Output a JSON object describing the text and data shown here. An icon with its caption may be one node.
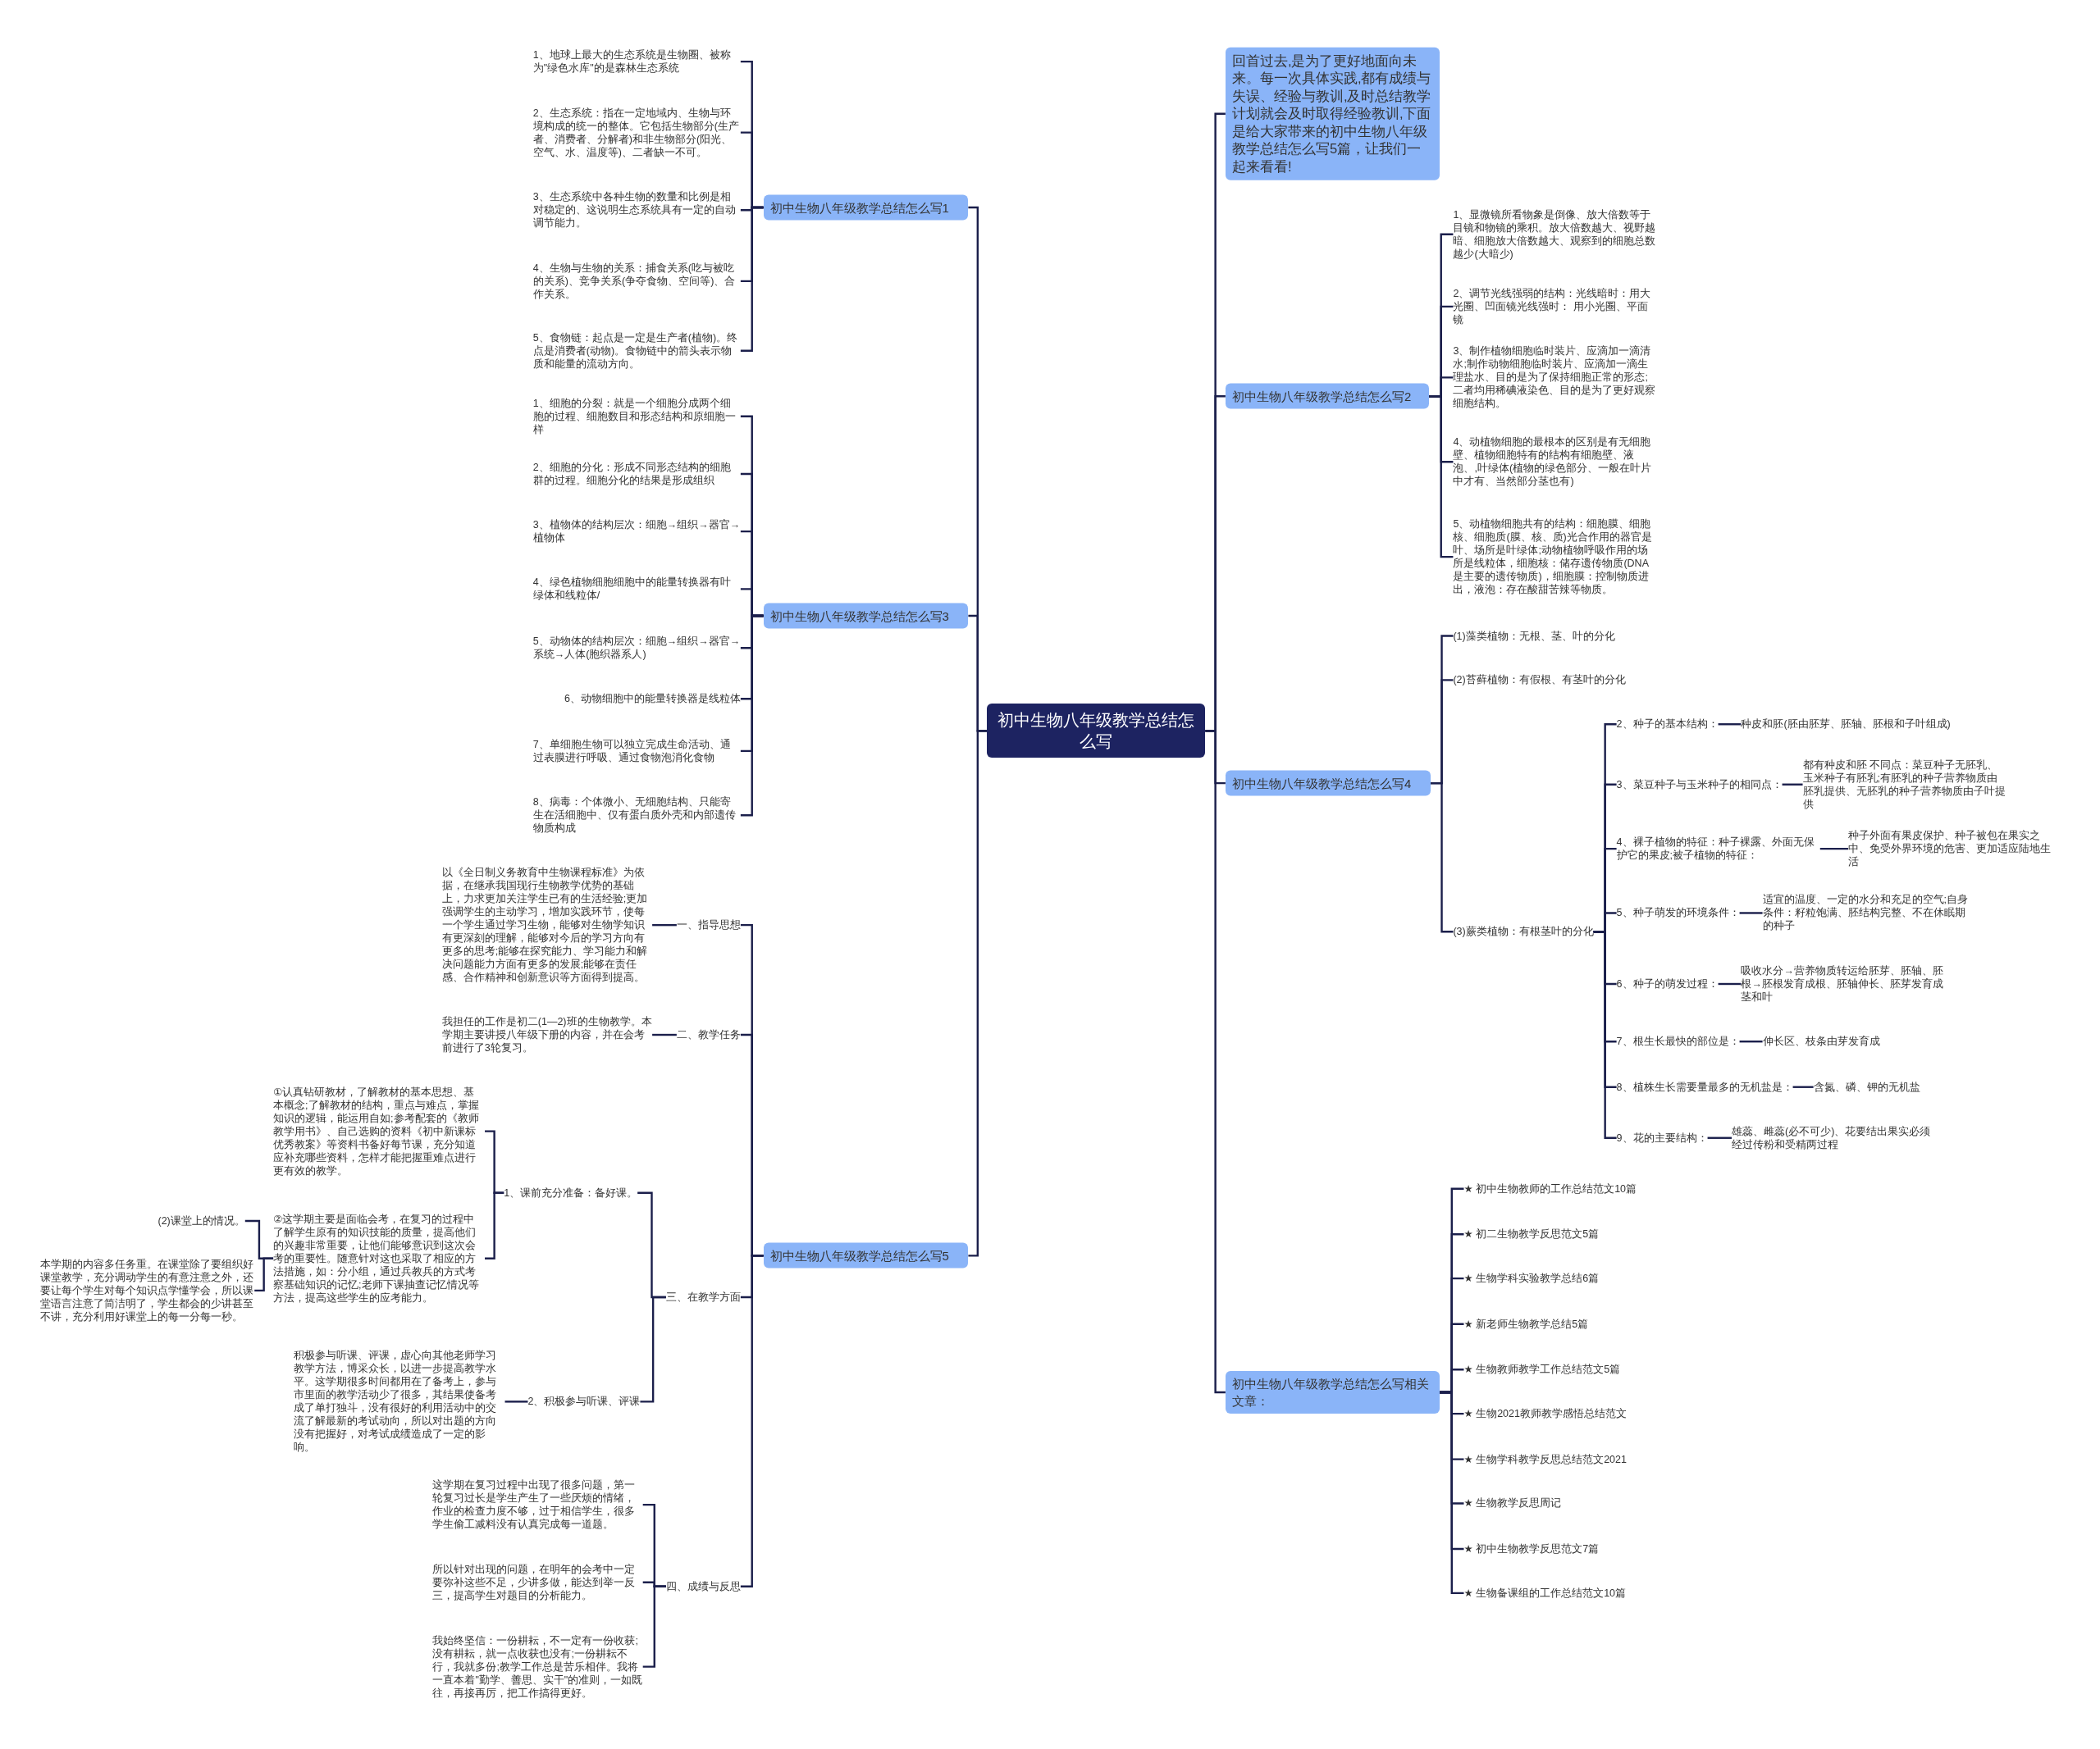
{
  "diagram": {
    "nodes": [
      {
        "text": [
          "初中生物八年级教学总结怎么写"
        ]
      },
      {
        "text": [
          "回首过去,是为了更好地面向未来。每一次具体实践,都有成绩与失误、经验与教训,及时总结教学计划就会及时取得经验教训,下面是给大家带来的初中生物八年级教学总结怎么写5篇，让我们一起来看看!"
        ]
      },
      {
        "text": [
          "初中生物八年级教学总结怎么写2"
        ]
      },
      {
        "text": [
          "1、显微镜所看物象是倒像、放大倍数等于目镜和物镜的乘积。放大倍数越大、视野越暗、细胞放大倍数越大、观察到的细胞总数越少(大暗少)"
        ]
      },
      {
        "text": [
          "2、调节光线强弱的结构：光线暗时：用大光圈、凹面镜光线强时： 用小光圈、平面镜"
        ]
      },
      {
        "text": [
          "3、制作植物细胞临时装片、应滴加一滴清水;制作动物细胞临时装片、应滴加一滴生理盐水、目的是为了保持细胞正常的形态;二者均用稀碘液染色、目的是为了更好观察细胞结构。"
        ]
      },
      {
        "text": [
          "4、动植物细胞的最根本的区别是有无细胞壁、植物细胞特有的结构有细胞壁、液泡、,叶绿体(植物的绿色部分、一般在叶片中才有、当然部分茎也有)"
        ]
      },
      {
        "text": [
          "5、动植物细胞共有的结构：细胞膜、细胞核、细胞质(膜、核、质)光合作用的器官是叶、场所是叶绿体;动物植物呼吸作用的场所是线粒体，细胞核：储存遗传物质(DNA是主要的遗传物质)，细胞膜：控制物质进出，液泡：存在酸甜苦辣等物质。"
        ]
      },
      {
        "text": [
          "初中生物八年级教学总结怎么写4"
        ]
      },
      {
        "text": [
          "(1)藻类植物：无根、茎、叶的分化"
        ]
      },
      {
        "text": [
          "(2)苔藓植物：有假根、有茎叶的分化"
        ]
      },
      {
        "text": [
          "(3)蕨类植物：有根茎叶的分化"
        ]
      },
      {
        "text": [
          "2、种子的基本结构："
        ]
      },
      {
        "text": [
          "种皮和胚(胚由胚芽、胚轴、胚根和子叶组成)"
        ]
      },
      {
        "text": [
          "3、菜豆种子与玉米种子的相同点："
        ]
      },
      {
        "text": [
          "都有种皮和胚 不同点：菜豆种子无胚乳、玉米种子有胚乳;有胚乳的种子营养物质由胚乳提供、无胚乳的种子营养物质由子叶提供"
        ]
      },
      {
        "text": [
          "4、裸子植物的特征：种子裸露、外面无保护它的果皮;被子植物的特征："
        ]
      },
      {
        "text": [
          "种子外面有果皮保护、种子被包在果实之中、免受外界环境的危害、更加适应陆地生活"
        ]
      },
      {
        "text": [
          "5、种子萌发的环境条件："
        ]
      },
      {
        "text": [
          "适宜的温度、一定的水分和充足的空气;自身条件：籽粒饱满、胚结构完整、不在休眠期的种子"
        ]
      },
      {
        "text": [
          "6、种子的萌发过程："
        ]
      },
      {
        "text": [
          "吸收水分→营养物质转运给胚芽、胚轴、胚根→胚根发育成根、胚轴伸长、胚芽发育成茎和叶"
        ]
      },
      {
        "text": [
          "7、根生长最快的部位是："
        ]
      },
      {
        "text": [
          "伸长区、枝条由芽发育成"
        ]
      },
      {
        "text": [
          "8、植株生长需要量最多的无机盐是："
        ]
      },
      {
        "text": [
          "含氮、磷、钾的无机盐"
        ]
      },
      {
        "text": [
          "9、花的主要结构："
        ]
      },
      {
        "text": [
          "雄蕊、雌蕊(必不可少)、花要结出果实必须经过传粉和受精两过程"
        ]
      },
      {
        "text": [
          "初中生物八年级教学总结怎么写相关文章："
        ]
      },
      {
        "text": [
          "★ 初中生物教师的工作总结范文10篇"
        ]
      },
      {
        "text": [
          "★ 初二生物教学反思范文5篇"
        ]
      },
      {
        "text": [
          "★ 生物学科实验教学总结6篇"
        ]
      },
      {
        "text": [
          "★ 新老师生物教学总结5篇"
        ]
      },
      {
        "text": [
          "★ 生物教师教学工作总结范文5篇"
        ]
      },
      {
        "text": [
          "★ 生物2021教师教学感悟总结范文"
        ]
      },
      {
        "text": [
          "★ 生物学科教学反思总结范文2021"
        ]
      },
      {
        "text": [
          "★ 生物教学反思周记"
        ]
      },
      {
        "text": [
          "★ 初中生物教学反思范文7篇"
        ]
      },
      {
        "text": [
          "★ 生物备课组的工作总结范文10篇"
        ]
      },
      {
        "text": [
          "初中生物八年级教学总结怎么写1"
        ]
      },
      {
        "text": [
          "1、地球上最大的生态系统是生物圈、被称为\"绿色水库\"的是森林生态系统"
        ]
      },
      {
        "text": [
          "2、生态系统：指在一定地域内、生物与环境构成的统一的整体。它包括生物部分(生产者、消费者、分解者)和非生物部分(阳光、空气、水、温度等)、二者缺一不可。"
        ]
      },
      {
        "text": [
          "3、生态系统中各种生物的数量和比例是相对稳定的、这说明生态系统具有一定的自动调节能力。"
        ]
      },
      {
        "text": [
          "4、生物与生物的关系：捕食关系(吃与被吃的关系)、竞争关系(争夺食物、空间等)、合作关系。"
        ]
      },
      {
        "text": [
          "5、食物链：起点是一定是生产者(植物)。终点是消费者(动物)。食物链中的箭头表示物质和能量的流动方向。"
        ]
      },
      {
        "text": [
          "初中生物八年级教学总结怎么写3"
        ]
      },
      {
        "text": [
          "1、细胞的分裂：就是一个细胞分成两个细胞的过程、细胞数目和形态结构和原细胞一样"
        ]
      },
      {
        "text": [
          "2、细胞的分化：形成不同形态结构的细胞群的过程。细胞分化的结果是形成组织"
        ]
      },
      {
        "text": [
          "3、植物体的结构层次：细胞→组织→器官→植物体"
        ]
      },
      {
        "text": [
          "4、绿色植物细胞细胞中的能量转换器有叶绿体和线粒体/"
        ]
      },
      {
        "text": [
          "5、动物体的结构层次：细胞→组织→器官→系统→人体(胞织器系人)"
        ]
      },
      {
        "text": [
          "6、动物细胞中的能量转换器是线粒体"
        ]
      },
      {
        "text": [
          "7、单细胞生物可以独立完成生命活动、通过表膜进行呼吸、通过食物泡消化食物"
        ]
      },
      {
        "text": [
          "8、病毒：个体微小、无细胞结构、只能寄生在活细胞中、仅有蛋白质外壳和内部遗传物质构成"
        ]
      },
      {
        "text": [
          "初中生物八年级教学总结怎么写5"
        ]
      },
      {
        "text": [
          "一、指导思想"
        ]
      },
      {
        "text": [
          "以《全日制义务教育中生物课程标准》为依据，在继承我国现行生物教学优势的基础上，力求更加关注学生已有的生活经验;更加强调学生的主动学习，增加实践环节，使每一个学生通过学习生物，能够对生物学知识有更深刻的理解，能够对今后的学习方向有更多的思考;能够在探究能力、学习能力和解决问题能力方面有更多的发展;能够在责任感、合作精神和创新意识等方面得到提高。"
        ]
      },
      {
        "text": [
          "二、教学任务"
        ]
      },
      {
        "text": [
          "我担任的工作是初二(1—2)班的生物教学。本学期主要讲授八年级下册的内容，并在会考前进行了3轮复习。"
        ]
      },
      {
        "text": [
          "三、在教学方面"
        ]
      },
      {
        "text": [
          "1、课前充分准备：备好课。"
        ]
      },
      {
        "text": [
          "①认真钻研教材，了解教材的基本思想、基本概念;了解教材的结构，重点与难点，掌握知识的逻辑，能运用自如;参考配套的《教师教学用书》、自己选购的资料《初中新课标优秀教案》等资料书备好每节课，充分知道应补充哪些资料，怎样才能把握重难点进行更有效的教学。"
        ]
      },
      {
        "text": [
          "②这学期主要是面临会考，在复习的过程中了解学生原有的知识技能的质量，提高他们的兴趣非常重要，让他们能够意识到这次会考的重要性。随意针对这也采取了相应的方法措施，如：分小组，通过兵教兵的方式考察基础知识的记忆;老师下课抽查记忆情况等方法，提高这些学生的应考能力。"
        ]
      },
      {
        "text": [
          "(2)课堂上的情况。"
        ]
      },
      {
        "text": [
          "本学期的内容多任务重。在课堂除了要组织好课堂教学，充分调动学生的有意注意之外，还要让每个学生对每个知识点学懂学会，所以课堂语言注意了简洁明了，学生都会的少讲甚至不讲，充分利用好课堂上的每一分每一秒。"
        ]
      },
      {
        "text": [
          "2、积极参与听课、评课"
        ]
      },
      {
        "text": [
          "积极参与听课、评课，虚心向其他老师学习教学方法，博采众长，以进一步提高教学水平。这学期很多时间都用在了备考上，参与市里面的教学活动少了很多，其结果使备考成了单打独斗，没有很好的利用活动中的交流了解最新的考试动向，所以对出题的方向没有把握好，对考试成绩造成了一定的影响。"
        ]
      },
      {
        "text": [
          "四、成绩与反思"
        ]
      },
      {
        "text": [
          "这学期在复习过程中出现了很多问题，第一轮复习过长是学生产生了一些厌烦的情绪，作业的检查力度不够，过于相信学生，很多学生偷工减料没有认真完成每一道题。"
        ]
      },
      {
        "text": [
          "所以针对出现的问题，在明年的会考中一定要弥补这些不足，少讲多做，能达到举一反三，提高学生对题目的分析能力。"
        ]
      },
      {
        "text": [
          "我始终坚信：一份耕耘，不一定有一份收获;没有耕耘，就一点收获也没有;一份耕耘不行，我就多份;教学工作总是苦乐相伴。我将一直本着\"勤学、善思、实干\"的准则，一如既往，再接再厉，把工作搞得更好。"
        ]
      }
    ],
    "edges": [
      {
        "from": 0,
        "to": 1,
        "arrow": "none"
      },
      {
        "from": 0,
        "to": 2,
        "arrow": "none"
      },
      {
        "from": 2,
        "to": 3,
        "arrow": "none"
      },
      {
        "from": 2,
        "to": 4,
        "arrow": "none"
      },
      {
        "from": 2,
        "to": 5,
        "arrow": "none"
      },
      {
        "from": 2,
        "to": 6,
        "arrow": "none"
      },
      {
        "from": 2,
        "to": 7,
        "arrow": "none"
      },
      {
        "from": 0,
        "to": 8,
        "arrow": "none"
      },
      {
        "from": 8,
        "to": 9,
        "arrow": "none"
      },
      {
        "from": 8,
        "to": 10,
        "arrow": "none"
      },
      {
        "from": 8,
        "to": 11,
        "arrow": "none"
      },
      {
        "from": 11,
        "to": 12,
        "arrow": "none"
      },
      {
        "from": 12,
        "to": 13,
        "arrow": "none"
      },
      {
        "from": 11,
        "to": 14,
        "arrow": "none"
      },
      {
        "from": 14,
        "to": 15,
        "arrow": "none"
      },
      {
        "from": 11,
        "to": 16,
        "arrow": "none"
      },
      {
        "from": 16,
        "to": 17,
        "arrow": "none"
      },
      {
        "from": 11,
        "to": 18,
        "arrow": "none"
      },
      {
        "from": 18,
        "to": 19,
        "arrow": "none"
      },
      {
        "from": 11,
        "to": 20,
        "arrow": "none"
      },
      {
        "from": 20,
        "to": 21,
        "arrow": "none"
      },
      {
        "from": 11,
        "to": 22,
        "arrow": "none"
      },
      {
        "from": 22,
        "to": 23,
        "arrow": "none"
      },
      {
        "from": 11,
        "to": 24,
        "arrow": "none"
      },
      {
        "from": 24,
        "to": 25,
        "arrow": "none"
      },
      {
        "from": 11,
        "to": 26,
        "arrow": "none"
      },
      {
        "from": 26,
        "to": 27,
        "arrow": "none"
      },
      {
        "from": 0,
        "to": 28,
        "arrow": "none"
      },
      {
        "from": 28,
        "to": 29,
        "arrow": "none"
      },
      {
        "from": 28,
        "to": 30,
        "arrow": "none"
      },
      {
        "from": 28,
        "to": 31,
        "arrow": "none"
      },
      {
        "from": 28,
        "to": 32,
        "arrow": "none"
      },
      {
        "from": 28,
        "to": 33,
        "arrow": "none"
      },
      {
        "from": 28,
        "to": 34,
        "arrow": "none"
      },
      {
        "from": 28,
        "to": 35,
        "arrow": "none"
      },
      {
        "from": 28,
        "to": 36,
        "arrow": "none"
      },
      {
        "from": 28,
        "to": 37,
        "arrow": "none"
      },
      {
        "from": 28,
        "to": 38,
        "arrow": "none"
      },
      {
        "from": 0,
        "to": 39,
        "arrow": "none"
      },
      {
        "from": 39,
        "to": 40,
        "arrow": "none"
      },
      {
        "from": 39,
        "to": 41,
        "arrow": "none"
      },
      {
        "from": 39,
        "to": 42,
        "arrow": "none"
      },
      {
        "from": 39,
        "to": 43,
        "arrow": "none"
      },
      {
        "from": 39,
        "to": 44,
        "arrow": "none"
      },
      {
        "from": 0,
        "to": 45,
        "arrow": "none"
      },
      {
        "from": 45,
        "to": 46,
        "arrow": "none"
      },
      {
        "from": 45,
        "to": 47,
        "arrow": "none"
      },
      {
        "from": 45,
        "to": 48,
        "arrow": "none"
      },
      {
        "from": 45,
        "to": 49,
        "arrow": "none"
      },
      {
        "from": 45,
        "to": 50,
        "arrow": "none"
      },
      {
        "from": 45,
        "to": 51,
        "arrow": "none"
      },
      {
        "from": 45,
        "to": 52,
        "arrow": "none"
      },
      {
        "from": 45,
        "to": 53,
        "arrow": "none"
      },
      {
        "from": 0,
        "to": 54,
        "arrow": "none"
      },
      {
        "from": 54,
        "to": 55,
        "arrow": "none"
      },
      {
        "from": 55,
        "to": 56,
        "arrow": "none"
      },
      {
        "from": 54,
        "to": 57,
        "arrow": "none"
      },
      {
        "from": 57,
        "to": 58,
        "arrow": "none"
      },
      {
        "from": 54,
        "to": 59,
        "arrow": "none"
      },
      {
        "from": 59,
        "to": 60,
        "arrow": "none"
      },
      {
        "from": 60,
        "to": 61,
        "arrow": "none"
      },
      {
        "from": 60,
        "to": 62,
        "arrow": "none"
      },
      {
        "from": 62,
        "to": 63,
        "arrow": "none"
      },
      {
        "from": 62,
        "to": 64,
        "arrow": "none"
      },
      {
        "from": 59,
        "to": 65,
        "arrow": "none"
      },
      {
        "from": 65,
        "to": 66,
        "arrow": "none"
      },
      {
        "from": 54,
        "to": 67,
        "arrow": "none"
      },
      {
        "from": 67,
        "to": 68,
        "arrow": "none"
      },
      {
        "from": 67,
        "to": 69,
        "arrow": "none"
      },
      {
        "from": 67,
        "to": 70,
        "arrow": "none"
      }
    ]
  }
}
